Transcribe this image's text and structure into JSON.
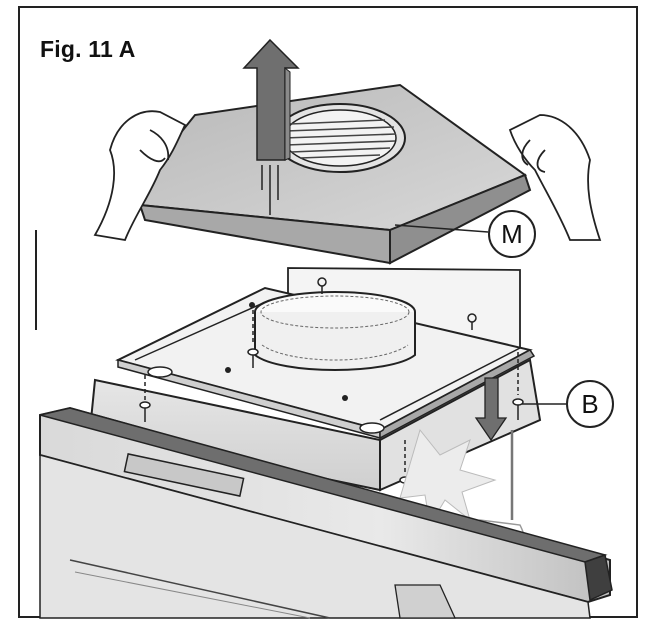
{
  "figure": {
    "title": "Fig. 11 A",
    "callouts": [
      {
        "id": "M",
        "label": "M"
      },
      {
        "id": "B",
        "label": "B"
      }
    ]
  },
  "colors": {
    "line": "#222222",
    "panel_top": "#c9c9c9",
    "panel_side": "#9e9e9e",
    "hood_glass": "#cfcfcf",
    "arrow": "#6f6f6f"
  },
  "icons": [
    "up-arrow-icon",
    "down-arrow-icon",
    "hand-icon",
    "screw-icon",
    "keyhole-icon"
  ]
}
